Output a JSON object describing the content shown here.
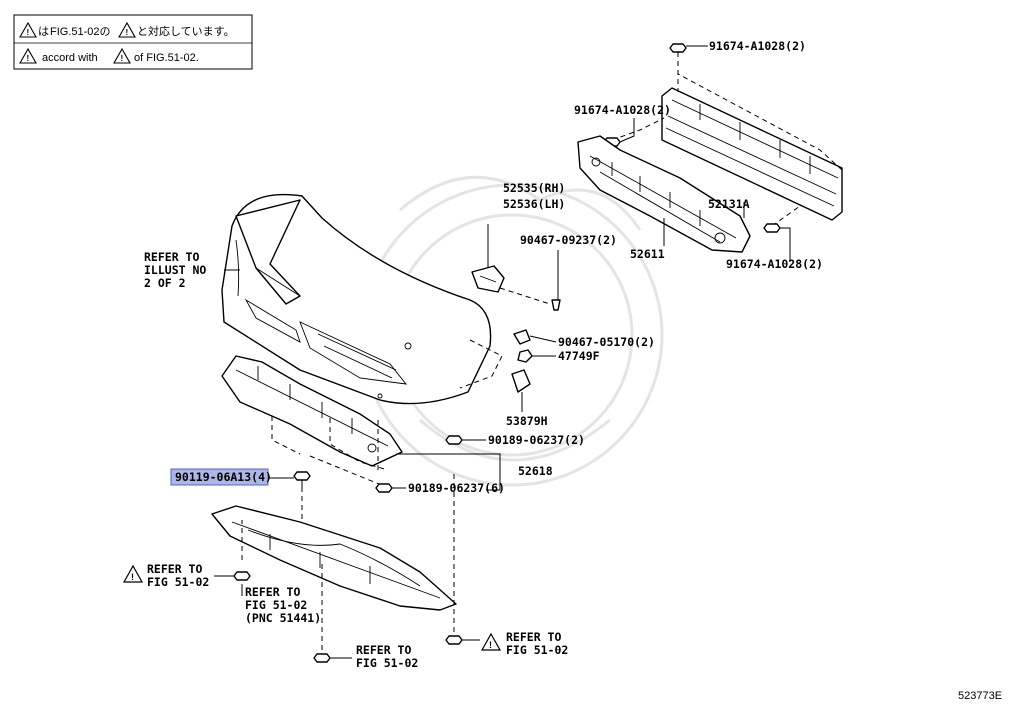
{
  "diagram_id": "523773E",
  "caution_note": {
    "line1_parts": [
      "は",
      "FIG.51-02の",
      "と対応しています。"
    ],
    "line2_parts": [
      "accord with",
      "of FIG.51-02."
    ]
  },
  "parts": {
    "bolt_top": "91674-A1028(2)",
    "bolt_left": "91674-A1028(2)",
    "bolt_right": "91674-A1028(2)",
    "reinforcement": "52131A",
    "absorber": "52611",
    "bracket_rh": "52535(RH)",
    "bracket_lh": "52536(LH)",
    "clip_a": "90467-09237(2)",
    "clip_b": "90467-05170(2)",
    "nut": "47749F",
    "retainer": "53879H",
    "screw_upper": "90189-06237(2)",
    "screw_lower": "90189-06237(6)",
    "lower_cover": "52618",
    "bolt_highlighted": "90119-06A13(4)"
  },
  "refers": {
    "illust": [
      "REFER TO",
      "ILLUST NO",
      "2 OF 2"
    ],
    "fig_left": [
      "REFER TO",
      "FIG 51-02"
    ],
    "fig_pnc": [
      "REFER TO",
      "FIG 51-02",
      "(PNC 51441)"
    ],
    "fig_bottom": [
      "REFER TO",
      "FIG 51-02"
    ],
    "fig_right": [
      "REFER TO",
      "FIG 51-02"
    ]
  }
}
